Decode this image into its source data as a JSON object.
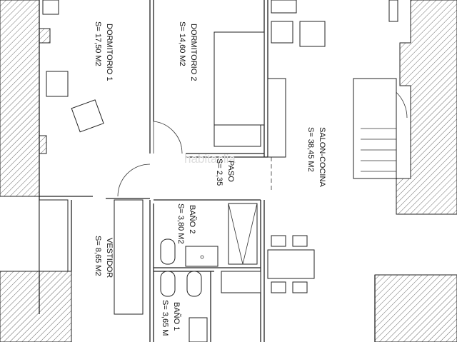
{
  "rooms": [
    {
      "name": "DORMITORIO 1",
      "area": "S= 17,50 M2"
    },
    {
      "name": "DORMITORIO 2",
      "area": "S= 14,60 M2"
    },
    {
      "name": "SALON-COCINA",
      "area": "S= 38,45 M2"
    },
    {
      "name": "PASO",
      "area": "S= 2,35"
    },
    {
      "name": "BAÑO 2",
      "area": "S= 3,80 M2"
    },
    {
      "name": "VESTIDOR",
      "area": "S= 8,65 M2"
    },
    {
      "name": "BAÑO 1",
      "area": "S= 3,65 M"
    }
  ],
  "watermark": "habitaclia"
}
